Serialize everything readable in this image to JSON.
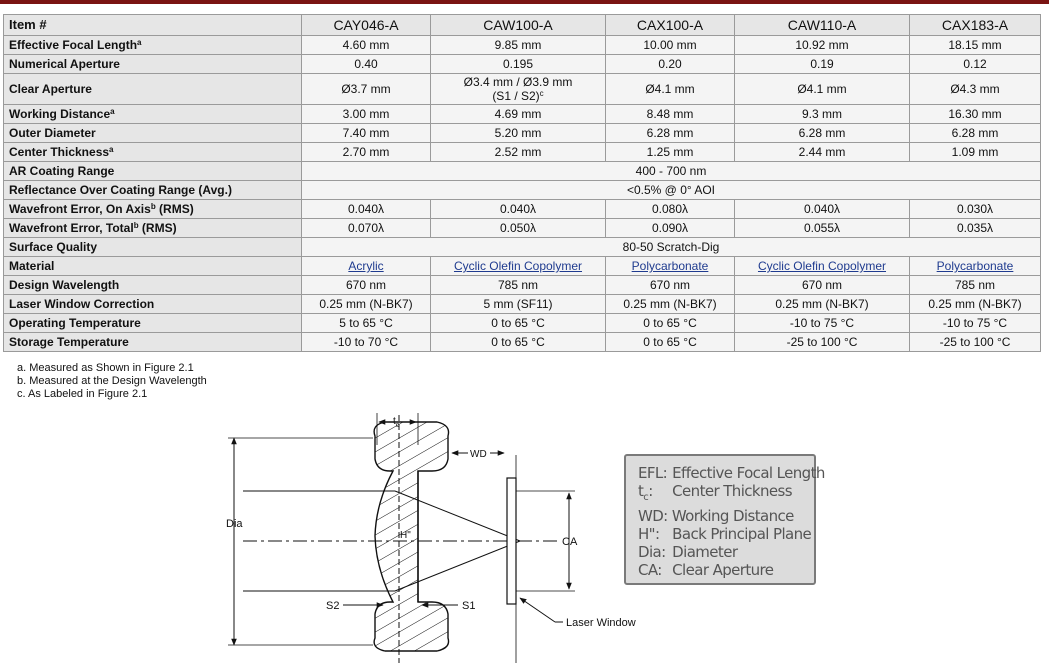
{
  "table": {
    "header": [
      "Item #",
      "CAY046-A",
      "CAW100-A",
      "CAX100-A",
      "CAW110-A",
      "CAX183-A"
    ],
    "rows": [
      {
        "label": "Effective Focal Length",
        "sup": "a",
        "suffix": "",
        "cells": [
          {
            "text": "4.60 mm"
          },
          {
            "text": "9.85 mm"
          },
          {
            "text": "10.00 mm"
          },
          {
            "text": "10.92 mm"
          },
          {
            "text": "18.15 mm"
          }
        ]
      },
      {
        "label": "Numerical Aperture",
        "sup": "",
        "suffix": "",
        "cells": [
          {
            "text": "0.40"
          },
          {
            "text": "0.195"
          },
          {
            "text": "0.20"
          },
          {
            "text": "0.19"
          },
          {
            "text": "0.12"
          }
        ]
      },
      {
        "label": "Clear Aperture",
        "sup": "",
        "suffix": "",
        "tall": true,
        "cells": [
          {
            "text": "Ø3.7 mm"
          },
          {
            "text": "Ø3.4 mm / Ø3.9 mm",
            "line2": "(S1 / S2)",
            "sup2": "c"
          },
          {
            "text": "Ø4.1 mm"
          },
          {
            "text": "Ø4.1 mm"
          },
          {
            "text": "Ø4.3 mm"
          }
        ]
      },
      {
        "label": "Working Distance",
        "sup": "a",
        "suffix": "",
        "cells": [
          {
            "text": "3.00 mm"
          },
          {
            "text": "4.69 mm"
          },
          {
            "text": "8.48 mm"
          },
          {
            "text": "9.3 mm"
          },
          {
            "text": "16.30 mm"
          }
        ]
      },
      {
        "label": "Outer Diameter",
        "sup": "",
        "suffix": "",
        "cells": [
          {
            "text": "7.40 mm"
          },
          {
            "text": "5.20 mm"
          },
          {
            "text": "6.28 mm"
          },
          {
            "text": "6.28 mm"
          },
          {
            "text": "6.28 mm"
          }
        ]
      },
      {
        "label": "Center Thickness",
        "sup": "a",
        "suffix": "",
        "cells": [
          {
            "text": "2.70 mm"
          },
          {
            "text": "2.52 mm"
          },
          {
            "text": "1.25 mm"
          },
          {
            "text": "2.44 mm"
          },
          {
            "text": "1.09 mm"
          }
        ]
      },
      {
        "label": "AR Coating Range",
        "sup": "",
        "suffix": "",
        "span": "400 - 700 nm"
      },
      {
        "label": "Reflectance Over Coating Range (Avg.)",
        "sup": "",
        "suffix": "",
        "span": "<0.5% @ 0° AOI"
      },
      {
        "label": "Wavefront Error, On Axis",
        "sup": "b",
        "suffix": " (RMS)",
        "cells": [
          {
            "text": "0.040λ"
          },
          {
            "text": "0.040λ"
          },
          {
            "text": "0.080λ"
          },
          {
            "text": "0.040λ"
          },
          {
            "text": "0.030λ"
          }
        ]
      },
      {
        "label": "Wavefront Error, Total",
        "sup": "b",
        "suffix": " (RMS)",
        "cells": [
          {
            "text": "0.070λ"
          },
          {
            "text": "0.050λ"
          },
          {
            "text": "0.090λ"
          },
          {
            "text": "0.055λ"
          },
          {
            "text": "0.035λ"
          }
        ]
      },
      {
        "label": "Surface Quality",
        "sup": "",
        "suffix": "",
        "span": "80-50 Scratch-Dig"
      },
      {
        "label": "Material",
        "sup": "",
        "suffix": "",
        "cells": [
          {
            "text": "Acrylic",
            "link": true
          },
          {
            "text": "Cyclic Olefin Copolymer",
            "link": true
          },
          {
            "text": "Polycarbonate",
            "link": true
          },
          {
            "text": "Cyclic Olefin Copolymer",
            "link": true
          },
          {
            "text": "Polycarbonate",
            "link": true
          }
        ]
      },
      {
        "label": "Design Wavelength",
        "sup": "",
        "suffix": "",
        "cells": [
          {
            "text": "670 nm"
          },
          {
            "text": "785 nm"
          },
          {
            "text": "670 nm"
          },
          {
            "text": "670 nm"
          },
          {
            "text": "785 nm"
          }
        ]
      },
      {
        "label": "Laser Window Correction",
        "sup": "",
        "suffix": "",
        "cells": [
          {
            "text": "0.25 mm (N-BK7)"
          },
          {
            "text": "5 mm (SF11)"
          },
          {
            "text": "0.25 mm (N-BK7)"
          },
          {
            "text": "0.25 mm (N-BK7)"
          },
          {
            "text": "0.25 mm (N-BK7)"
          }
        ]
      },
      {
        "label": "Operating Temperature",
        "sup": "",
        "suffix": "",
        "cells": [
          {
            "text": "5 to 65 °C"
          },
          {
            "text": "0 to 65 °C"
          },
          {
            "text": "0 to 65 °C"
          },
          {
            "text": "-10 to 75 °C"
          },
          {
            "text": "-10 to 75 °C"
          }
        ]
      },
      {
        "label": "Storage Temperature",
        "sup": "",
        "suffix": "",
        "cells": [
          {
            "text": "-10 to 70 °C"
          },
          {
            "text": "0 to 65 °C"
          },
          {
            "text": "0 to 65 °C"
          },
          {
            "text": "-25 to 100 °C"
          },
          {
            "text": "-25 to 100 °C"
          }
        ]
      }
    ]
  },
  "footnotes": [
    "a. Measured as Shown in Figure 2.1",
    "b. Measured at the Design Wavelength",
    "c. As Labeled in Figure 2.1"
  ],
  "diagram": {
    "tc_label": "t",
    "tc_sub": "c",
    "wd": "WD",
    "dia": "Dia",
    "h": "H\"",
    "ca": "CA",
    "s1": "S1",
    "s2": "S2",
    "laser_window": "Laser Window"
  },
  "legend": [
    {
      "key": "EFL:",
      "value": "Effective Focal Length"
    },
    {
      "key": "t",
      "key_sub": "c",
      "key_tail": ":",
      "value": "Center Thickness"
    },
    {
      "key": "WD:",
      "value": "Working Distance"
    },
    {
      "key": "H\":",
      "value": "Back Principal Plane"
    },
    {
      "key": "Dia:",
      "value": "Diameter"
    },
    {
      "key": "CA:",
      "value": "Clear Aperture"
    }
  ]
}
